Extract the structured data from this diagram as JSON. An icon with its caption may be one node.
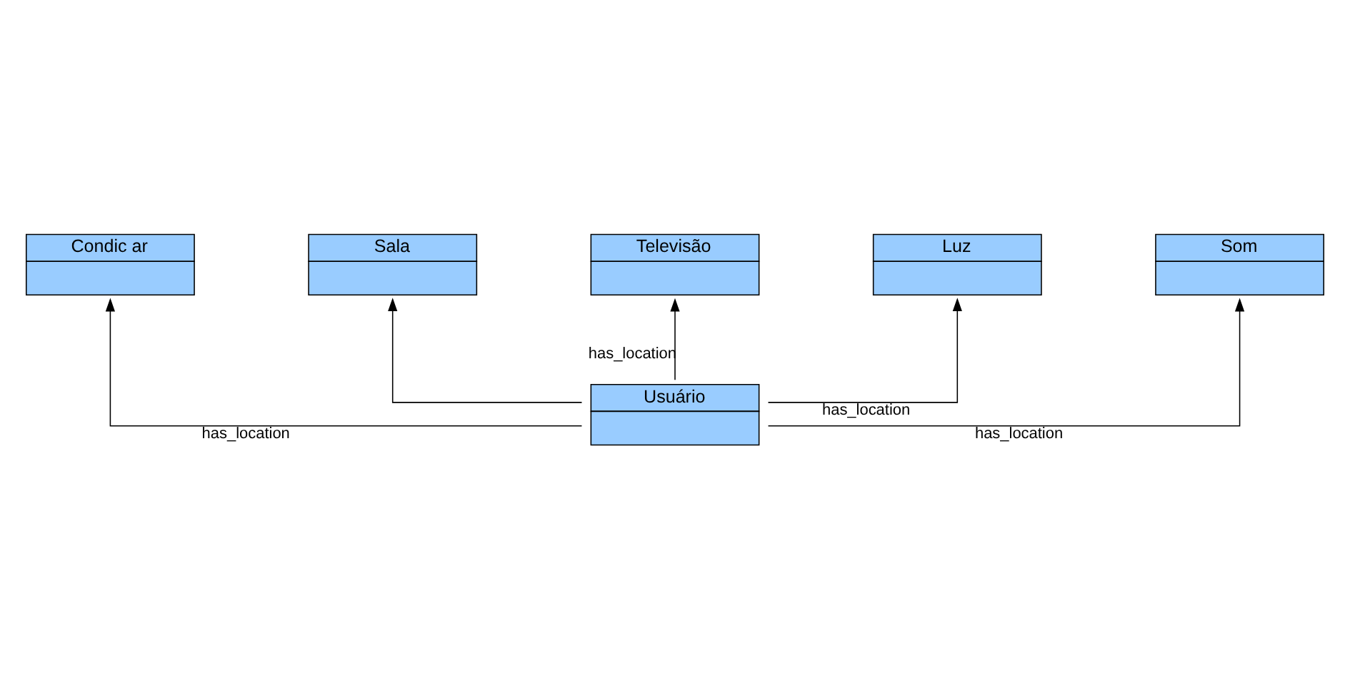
{
  "diagram": {
    "nodes": [
      {
        "text": [
          "Condic ar"
        ]
      },
      {
        "text": [
          "Sala"
        ]
      },
      {
        "text": [
          "Televisão"
        ]
      },
      {
        "text": [
          "Usuário"
        ]
      },
      {
        "text": [
          "Luz"
        ]
      },
      {
        "text": [
          "Som"
        ]
      }
    ],
    "edges": [
      {
        "from": 3,
        "to": 0,
        "arrow": "to",
        "label": "has_location"
      },
      {
        "from": 3,
        "to": 1,
        "arrow": "to"
      },
      {
        "from": 3,
        "to": 2,
        "arrow": "to",
        "label": "has_location"
      },
      {
        "from": 3,
        "to": 4,
        "arrow": "to",
        "label": "has_location"
      },
      {
        "from": 3,
        "to": 5,
        "arrow": "to",
        "label": "has_location"
      }
    ]
  }
}
